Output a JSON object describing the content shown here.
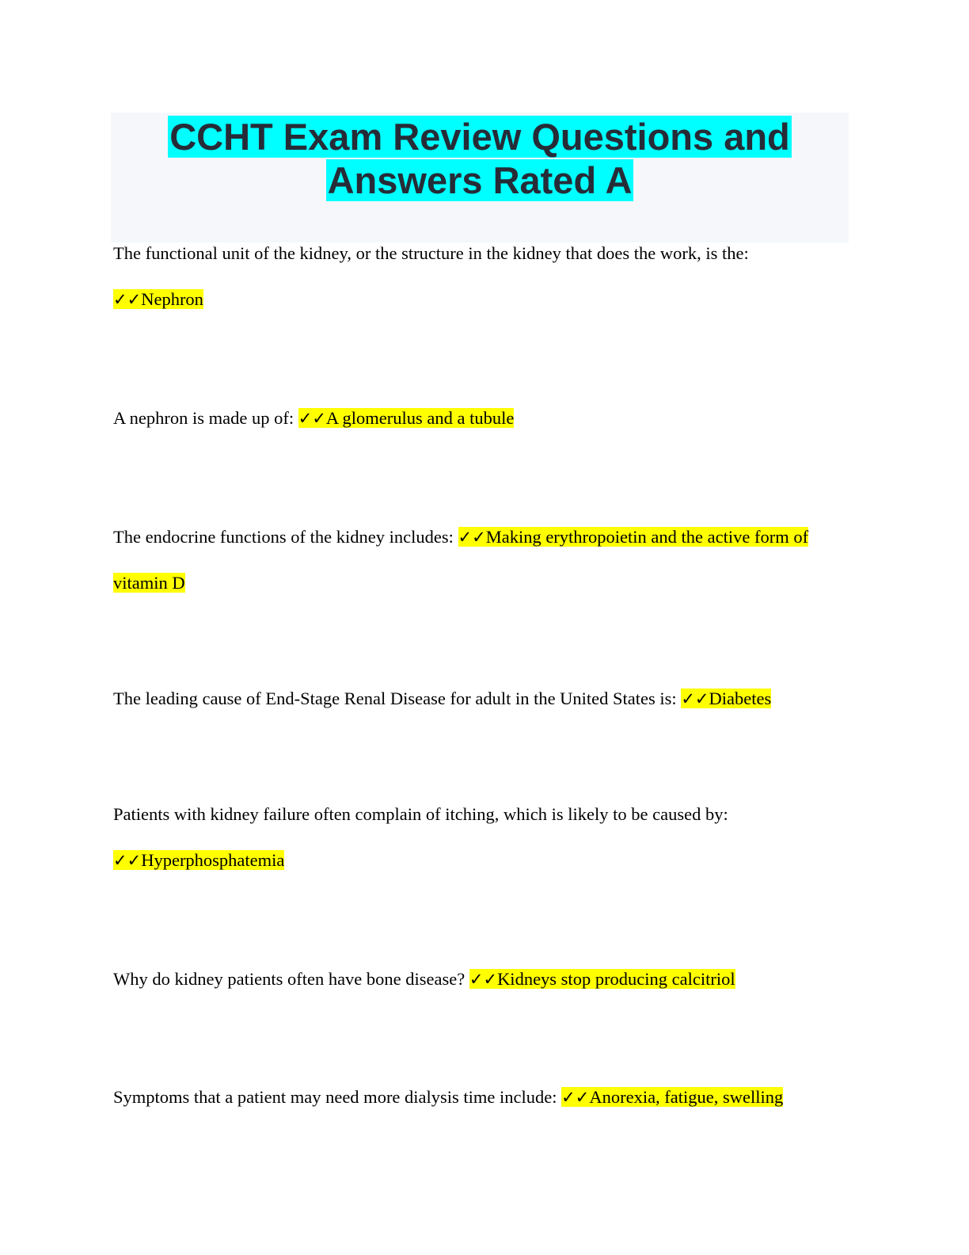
{
  "title": {
    "line1": "CCHT Exam Review Questions and",
    "line2": "Answers Rated A",
    "highlight_color": "#00ffff",
    "block_color": "#f5f7fa"
  },
  "answer_highlight_color": "#ffff00",
  "check_mark": "✓✓",
  "qa": [
    {
      "question": "The functional unit of the kidney, or the structure in the kidney that does the work, is the:",
      "answer": "Nephron"
    },
    {
      "question": "A nephron is made up of: ",
      "answer": "A glomerulus and a tubule"
    },
    {
      "question": "The endocrine functions of the kidney includes: ",
      "answer": "Making erythropoietin and the active form of vitamin D"
    },
    {
      "question": "The leading cause of End-Stage Renal Disease for adult in the United States is: ",
      "answer": "Diabetes"
    },
    {
      "question": "Patients with kidney failure often complain of itching, which is likely to be caused by:",
      "answer": "Hyperphosphatemia"
    },
    {
      "question": "Why do kidney patients often have bone disease? ",
      "answer": "Kidneys stop producing calcitriol"
    },
    {
      "question": "Symptoms that a patient may need more dialysis time include: ",
      "answer": "Anorexia, fatigue, swelling"
    }
  ]
}
